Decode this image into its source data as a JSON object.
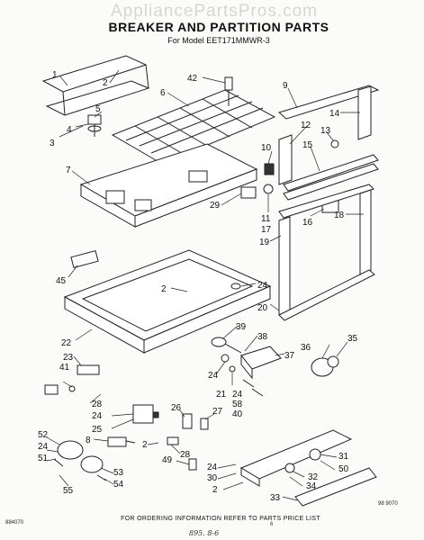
{
  "watermark": "AppliancePartsPros.com",
  "title": "BREAKER AND PARTITION PARTS",
  "subtitle": "For Model EET171MMWR-3",
  "footer": "FOR ORDERING INFORMATION REFER TO PARTS PRICE LIST",
  "code_left": "884070",
  "code_right": "98 9070",
  "page_number": "6",
  "handwriting": "895. 8-6",
  "labels": [
    {
      "text": "1"
    },
    {
      "text": "2"
    },
    {
      "text": "3"
    },
    {
      "text": "4"
    },
    {
      "text": "5"
    },
    {
      "text": "6"
    },
    {
      "text": "42"
    },
    {
      "text": "7"
    },
    {
      "text": "9"
    },
    {
      "text": "14"
    },
    {
      "text": "12"
    },
    {
      "text": "10"
    },
    {
      "text": "15"
    },
    {
      "text": "13"
    },
    {
      "text": "29"
    },
    {
      "text": "11"
    },
    {
      "text": "17"
    },
    {
      "text": "16"
    },
    {
      "text": "18"
    },
    {
      "text": "19"
    },
    {
      "text": "45"
    },
    {
      "text": "2"
    },
    {
      "text": "24"
    },
    {
      "text": "20"
    },
    {
      "text": "22"
    },
    {
      "text": "39"
    },
    {
      "text": "38"
    },
    {
      "text": "36"
    },
    {
      "text": "35"
    },
    {
      "text": "23"
    },
    {
      "text": "41"
    },
    {
      "text": "37"
    },
    {
      "text": "24"
    },
    {
      "text": "21"
    },
    {
      "text": "24"
    },
    {
      "text": "58"
    },
    {
      "text": "40"
    },
    {
      "text": "28"
    },
    {
      "text": "24"
    },
    {
      "text": "25"
    },
    {
      "text": "26"
    },
    {
      "text": "27"
    },
    {
      "text": "8"
    },
    {
      "text": "2"
    },
    {
      "text": "28"
    },
    {
      "text": "52"
    },
    {
      "text": "24"
    },
    {
      "text": "51"
    },
    {
      "text": "53"
    },
    {
      "text": "54"
    },
    {
      "text": "55"
    },
    {
      "text": "49"
    },
    {
      "text": "24"
    },
    {
      "text": "30"
    },
    {
      "text": "31"
    },
    {
      "text": "50"
    },
    {
      "text": "32"
    },
    {
      "text": "34"
    },
    {
      "text": "2"
    },
    {
      "text": "33"
    }
  ]
}
